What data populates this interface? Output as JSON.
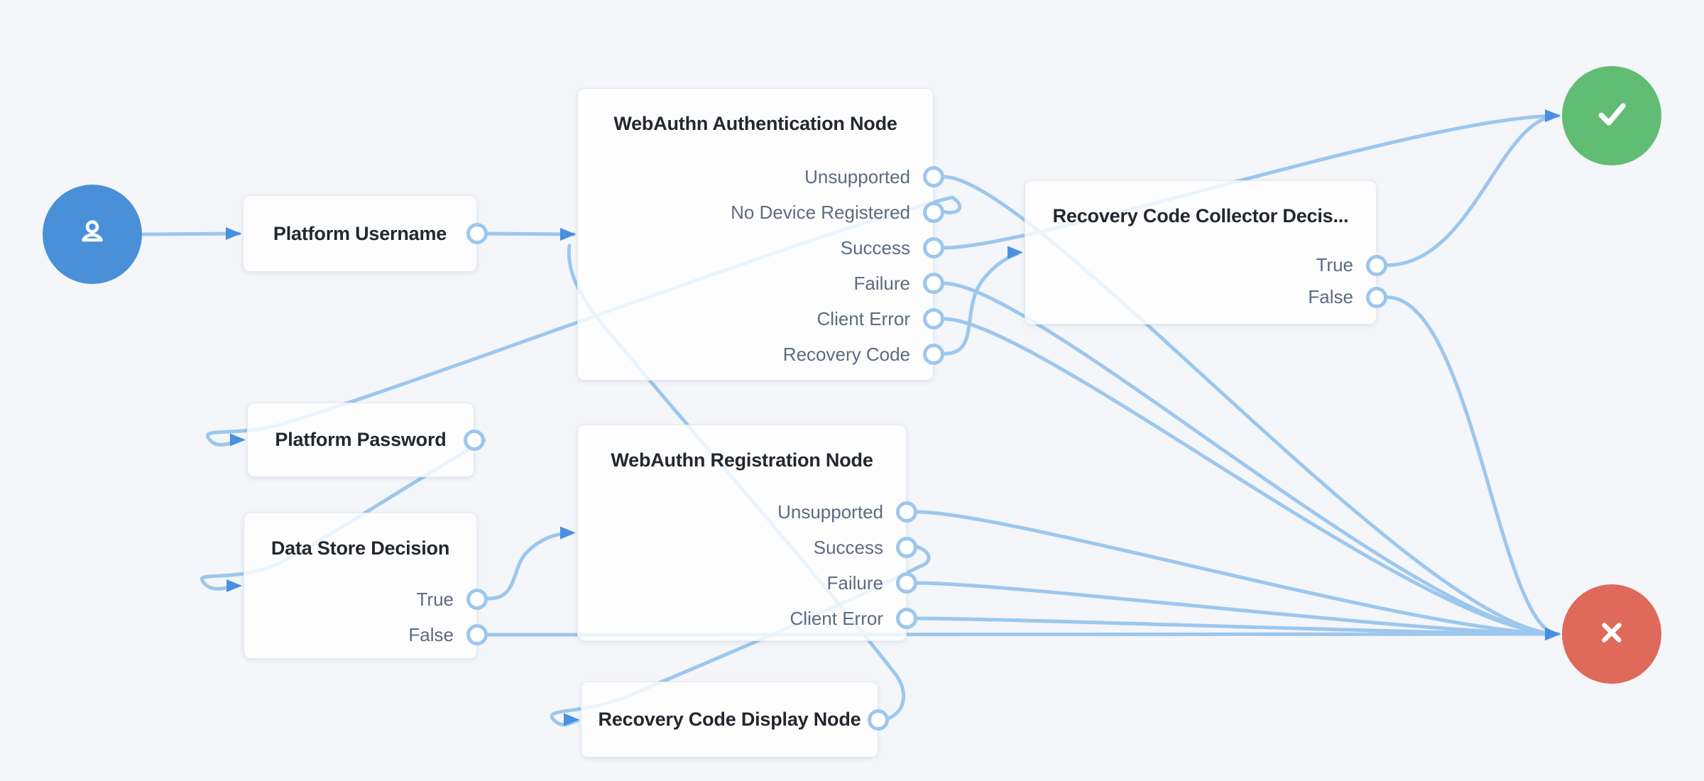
{
  "canvas": {
    "background": "#f4f6f9"
  },
  "palette": {
    "edge": "#9cc7ee",
    "arrow": "#4a90e2",
    "start": "#4a90d9",
    "success": "#62bd74",
    "failure": "#df695b",
    "title": "#23282e",
    "outcome": "#5d6b80"
  },
  "nodes": {
    "start": {
      "icon": "user-icon"
    },
    "platform_username": {
      "title": "Platform Username"
    },
    "webauthn_authentication": {
      "title": "WebAuthn Authentication Node",
      "outcomes": [
        "Unsupported",
        "No Device Registered",
        "Success",
        "Failure",
        "Client Error",
        "Recovery Code"
      ]
    },
    "recovery_code_collector": {
      "title": "Recovery Code Collector Decis...",
      "outcomes": [
        "True",
        "False"
      ]
    },
    "platform_password": {
      "title": "Platform Password"
    },
    "data_store_decision": {
      "title": "Data Store Decision",
      "outcomes": [
        "True",
        "False"
      ]
    },
    "webauthn_registration": {
      "title": "WebAuthn Registration Node",
      "outcomes": [
        "Unsupported",
        "Success",
        "Failure",
        "Client Error"
      ]
    },
    "recovery_code_display": {
      "title": "Recovery Code Display Node"
    },
    "success": {
      "icon": "check-icon"
    },
    "failure": {
      "icon": "x-icon"
    }
  },
  "connections": [
    {
      "from": "start",
      "to": "platform-username"
    },
    {
      "from": "platform-username",
      "to": "webauthn-authentication"
    },
    {
      "from": "webauthn-authentication:Unsupported",
      "to": "failure"
    },
    {
      "from": "webauthn-authentication:No Device Registered",
      "to": "platform-password"
    },
    {
      "from": "webauthn-authentication:Success",
      "to": "success"
    },
    {
      "from": "webauthn-authentication:Failure",
      "to": "failure"
    },
    {
      "from": "webauthn-authentication:Client Error",
      "to": "failure"
    },
    {
      "from": "webauthn-authentication:Recovery Code",
      "to": "recovery-code-collector-decision"
    },
    {
      "from": "recovery-code-collector-decision:True",
      "to": "success"
    },
    {
      "from": "recovery-code-collector-decision:False",
      "to": "failure"
    },
    {
      "from": "platform-password",
      "to": "data-store-decision"
    },
    {
      "from": "data-store-decision:True",
      "to": "webauthn-registration"
    },
    {
      "from": "data-store-decision:False",
      "to": "failure"
    },
    {
      "from": "webauthn-registration:Unsupported",
      "to": "failure"
    },
    {
      "from": "webauthn-registration:Success",
      "to": "recovery-code-display"
    },
    {
      "from": "webauthn-registration:Failure",
      "to": "failure"
    },
    {
      "from": "webauthn-registration:Client Error",
      "to": "failure"
    },
    {
      "from": "recovery-code-display",
      "to": "webauthn-authentication"
    }
  ]
}
